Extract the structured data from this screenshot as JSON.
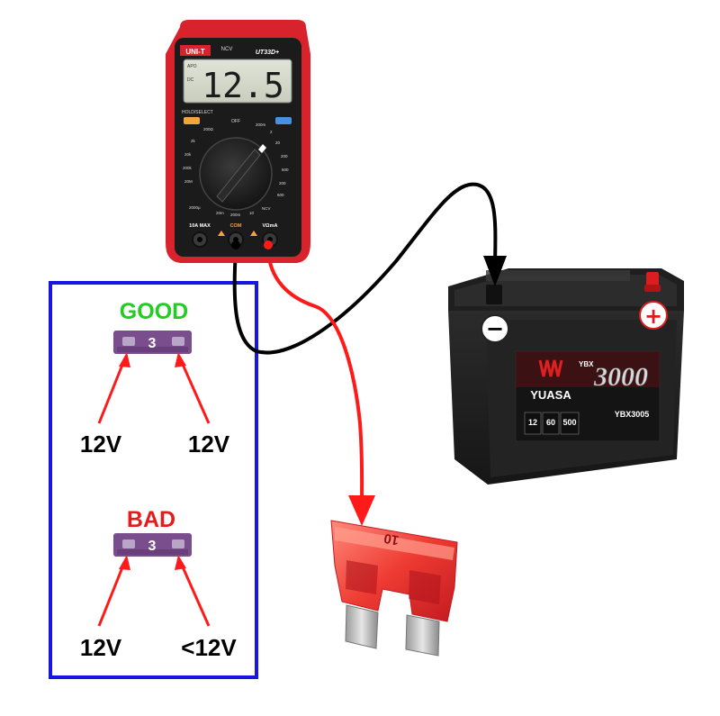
{
  "multimeter": {
    "brand": "UNI-T",
    "model": "UT33D+",
    "ncv_label": "NCV",
    "apo_label": "APO",
    "dc_label": "DC",
    "display_value": "12.5",
    "hold_label": "HOLD/SELECT",
    "off_label": "OFF",
    "ports": {
      "amps": "10A MAX",
      "com": "COM",
      "vohm": "VΩmA"
    },
    "dial_marks": {
      "r200": "200Ω",
      "r2k": "2k",
      "r20k": "20k",
      "r200k": "200k",
      "r2m": "20M",
      "v200m": "200m",
      "v2": "2",
      "v20": "20",
      "v200": "200",
      "v600": "600",
      "a2000u": "2000µ",
      "a20m": "20m",
      "a200m": "200m",
      "a10": "10",
      "ac200": "200",
      "ac600": "600",
      "ncv": "NCV"
    }
  },
  "battery": {
    "brand": "YUASA",
    "series": "YBX",
    "model_number": "3000",
    "sub_model": "YBX3005",
    "spec_volts": "12",
    "spec_ah": "60",
    "spec_cca": "500",
    "negative_symbol": "−",
    "positive_symbol": "+"
  },
  "fuse": {
    "rating": "10"
  },
  "legend": {
    "good": {
      "title": "GOOD",
      "fuse_rating": "3",
      "left_voltage": "12V",
      "right_voltage": "12V"
    },
    "bad": {
      "title": "BAD",
      "fuse_rating": "3",
      "left_voltage": "12V",
      "right_voltage": "<12V"
    }
  },
  "colors": {
    "good": "#22cc22",
    "bad": "#e21d1d",
    "legend_border": "#1616e0",
    "probe_red": "#ff1a1a",
    "probe_black": "#000000",
    "meter_red": "#d8232c",
    "fuse_purple": "#7a4d8c"
  }
}
